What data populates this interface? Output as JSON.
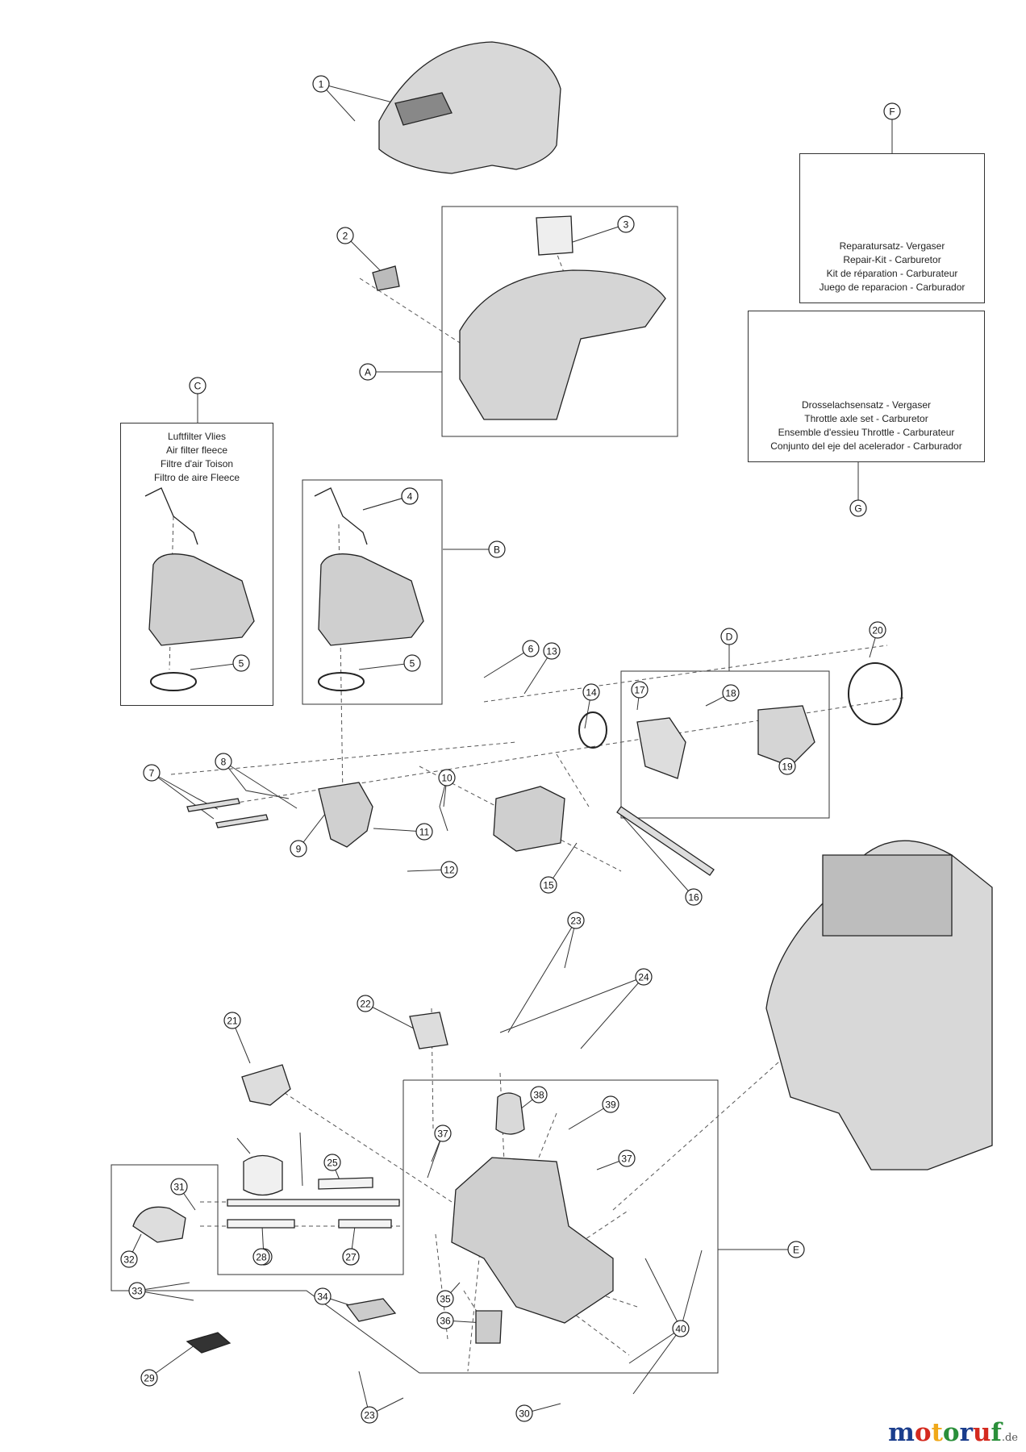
{
  "part_labels": [
    "1",
    "2",
    "3",
    "4",
    "4",
    "5",
    "5",
    "6",
    "7",
    "8",
    "9",
    "10",
    "11",
    "12",
    "13",
    "14",
    "15",
    "16",
    "17",
    "18",
    "19",
    "20",
    "21",
    "22",
    "23",
    "23",
    "24",
    "25",
    "26",
    "27",
    "27",
    "28",
    "29",
    "30",
    "31",
    "32",
    "33",
    "34",
    "35",
    "36",
    "37",
    "37",
    "38",
    "39",
    "40"
  ],
  "kit_labels": [
    "A",
    "B",
    "C",
    "D",
    "E",
    "F",
    "G"
  ],
  "kits": {
    "F": [
      "Reparatursatz- Vergaser",
      "Repair-Kit - Carburetor",
      "Kit de réparation - Carburateur",
      "Juego de reparacion - Carburador"
    ],
    "G": [
      "Drosselachsensatz - Vergaser",
      "Throttle axle set - Carburetor",
      "Ensemble d'essieu Throttle - Carburateur",
      "Conjunto del eje del acelerador - Carburador"
    ],
    "C": [
      "Luftfilter Vlies",
      "Air filter fleece",
      "Filtre d'air Toison",
      "Filtro de aire Fleece"
    ]
  },
  "logo": {
    "letters": [
      "m",
      "o",
      "t",
      "o",
      "r",
      "u",
      "f"
    ],
    "colors": [
      "#1a3d8c",
      "#d42a1f",
      "#f0a81a",
      "#2a8f3a",
      "#1a3d8c",
      "#d42a1f",
      "#2a8f3a"
    ],
    "suffix": ".de"
  },
  "icons": [
    "carburetor-icon",
    "engine-crankcase-icon",
    "air-filter-housing-icon",
    "top-cover-icon"
  ]
}
